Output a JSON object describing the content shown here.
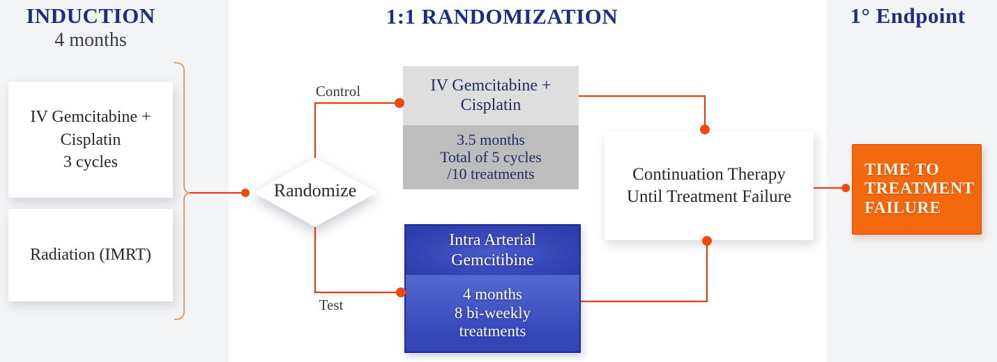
{
  "headers": {
    "induction": {
      "title": "INDUCTION",
      "subtitle": "4 months"
    },
    "randomization": {
      "title": "1:1 RANDOMIZATION"
    },
    "endpoint": {
      "title": "1° Endpoint"
    }
  },
  "induction": {
    "chemo_box": {
      "lines": [
        "IV Gemcitabine +",
        "Cisplatin",
        "3 cycles"
      ]
    },
    "radiation_box": {
      "lines": [
        "Radiation (IMRT)"
      ]
    }
  },
  "randomize": {
    "label": "Randomize",
    "control_label": "Control",
    "test_label": "Test"
  },
  "control_arm": {
    "title_lines": [
      "IV Gemcitabine +",
      "Cisplatin"
    ],
    "detail_lines": [
      "3.5 months",
      "Total of 5 cycles",
      "/10 treatments"
    ]
  },
  "test_arm": {
    "title_lines": [
      "Intra Arterial",
      "Gemcitibine"
    ],
    "detail_lines": [
      "4 months",
      "8 bi-weekly",
      "treatments"
    ]
  },
  "continuation": {
    "lines": [
      "Continuation Therapy",
      "Until Treatment Failure"
    ]
  },
  "endpoint_box": {
    "lines": [
      "TIME TO",
      "TREATMENT",
      "FAILURE"
    ]
  },
  "colors": {
    "connector": "#e73c0e",
    "connector_dot": "#ef4a0b",
    "bracket": "#d9985a",
    "heading_navy": "#1f2d7e",
    "control_box_top": "#dedede",
    "control_box_bottom": "#bdbdbd",
    "control_box_text": "#202c5e",
    "test_box_border": "#1c2a8d",
    "test_box_fill": "#3a4abd",
    "endpoint_box_fill": "#f4680d",
    "panel_gray": "#f3f4f6"
  }
}
